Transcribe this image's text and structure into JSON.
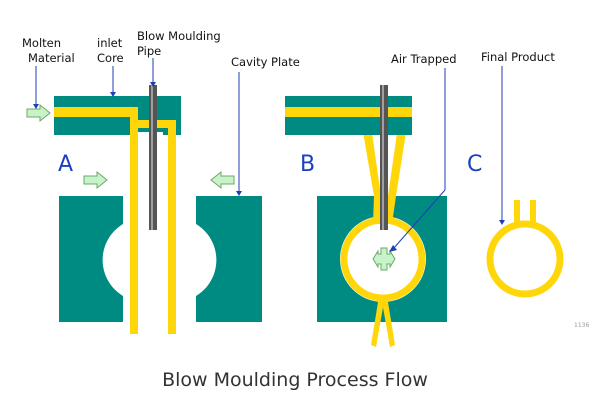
{
  "caption": "Blow Moulding Process Flow",
  "labels": {
    "molten_material": [
      "Molten",
      "Material"
    ],
    "inlet_core": [
      "inlet",
      "Core"
    ],
    "blow_moulding_pipe": [
      "Blow Moulding",
      "Pipe"
    ],
    "cavity_plate": "Cavity Plate",
    "air_trapped": "Air Trapped",
    "final_product": "Final Product"
  },
  "stages": {
    "a": "A",
    "b": "B",
    "c": "C"
  },
  "watermark": "1136",
  "colors": {
    "teal": "#008b82",
    "yellow": "#ffd60a",
    "pipe": "#555555",
    "arrow_fill": "#c8f2c8",
    "arrow_stroke": "#6aa86a",
    "leader": "#1f3fb5",
    "stage_letter": "#1a3fc0"
  }
}
